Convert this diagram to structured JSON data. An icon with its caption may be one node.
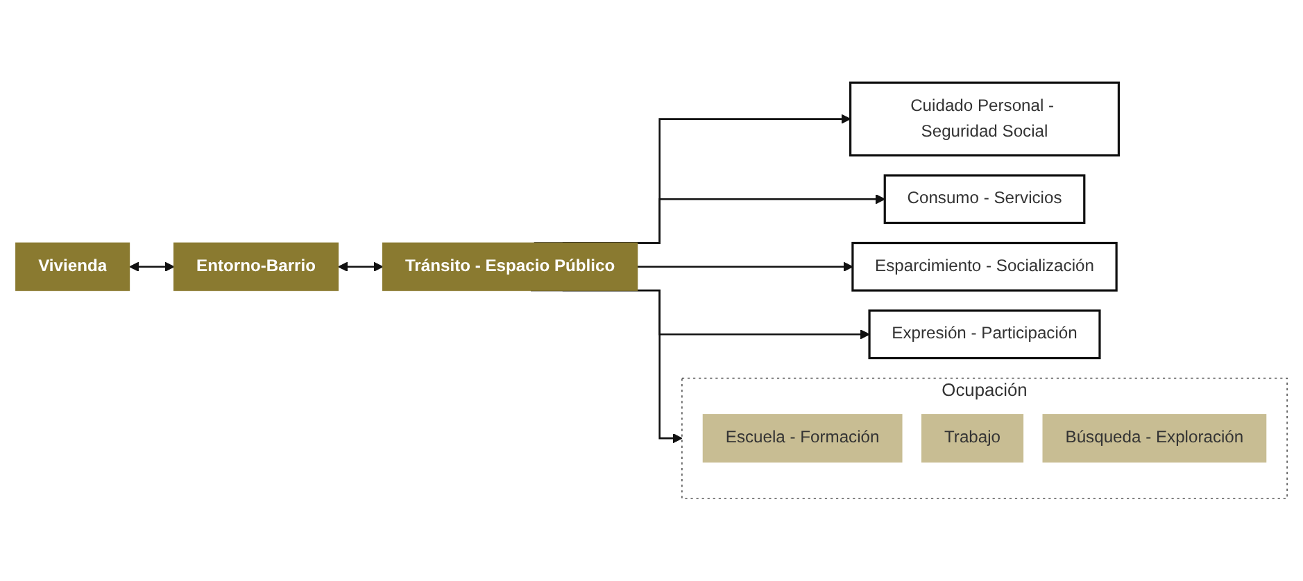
{
  "diagram": {
    "nodes": [
      {
        "text": [
          "Vivienda"
        ]
      },
      {
        "text": [
          "Entorno-Barrio"
        ]
      },
      {
        "text": [
          "Tránsito - Espacio Público"
        ]
      },
      {
        "text": [
          "Ocupación"
        ]
      },
      {
        "text": [
          "Escuela - Formación"
        ],
        "in": 3
      },
      {
        "text": [
          "Trabajo"
        ],
        "in": 3
      },
      {
        "text": [
          "Búsqueda - Exploración"
        ],
        "in": 3
      },
      {
        "text": [
          "Cuidado Personal - Seguridad Social"
        ]
      },
      {
        "text": [
          "Consumo - Servicios"
        ]
      },
      {
        "text": [
          "Esparcimiento - Socialización"
        ]
      },
      {
        "text": [
          "Expresión - Participación"
        ]
      }
    ],
    "edges": [
      {
        "from": 0,
        "to": 1,
        "arrow": "both"
      },
      {
        "from": 1,
        "to": 2,
        "arrow": "both"
      },
      {
        "from": 2,
        "to": 3,
        "arrow": "to"
      },
      {
        "from": 2,
        "to": 7,
        "arrow": "to"
      },
      {
        "from": 2,
        "to": 8,
        "arrow": "to"
      },
      {
        "from": 2,
        "to": 9,
        "arrow": "to"
      },
      {
        "from": 2,
        "to": 10,
        "arrow": "to"
      }
    ]
  }
}
